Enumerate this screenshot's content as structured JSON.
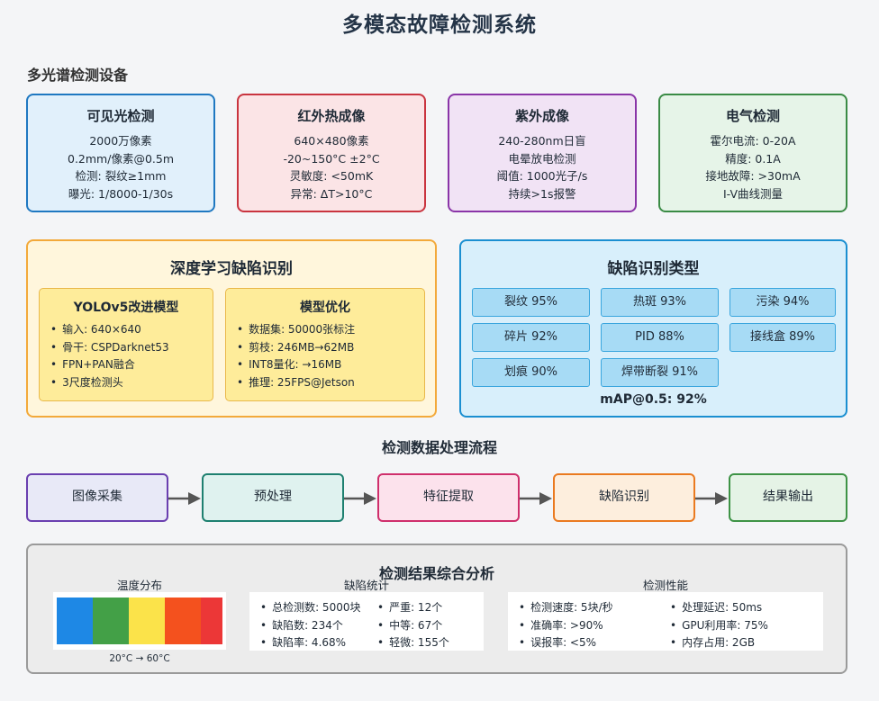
{
  "title": "多模态故障检测系统",
  "devices_section": "多光谱检测设备",
  "devices": [
    {
      "title": "可见光检测",
      "lines": [
        "2000万像素",
        "0.2mm/像素@0.5m",
        "检测: 裂纹≥1mm",
        "曝光: 1/8000-1/30s"
      ],
      "bg": "#e1f0fb",
      "border": "#1f78c1"
    },
    {
      "title": "红外热成像",
      "lines": [
        "640×480像素",
        "-20~150°C ±2°C",
        "灵敏度: <50mK",
        "异常: ΔT>10°C"
      ],
      "bg": "#fbe4e6",
      "border": "#c9343f"
    },
    {
      "title": "紫外成像",
      "lines": [
        "240-280nm日盲",
        "电晕放电检测",
        "阈值: 1000光子/s",
        "持续>1s报警"
      ],
      "bg": "#f1e3f5",
      "border": "#8a35a8"
    },
    {
      "title": "电气检测",
      "lines": [
        "霍尔电流: 0-20A",
        "精度: 0.1A",
        "接地故障: >30mA",
        "I-V曲线测量"
      ],
      "bg": "#e6f4e8",
      "border": "#3a8b45"
    }
  ],
  "dl": {
    "title": "深度学习缺陷识别",
    "model": {
      "title": "YOLOv5改进模型",
      "items": [
        "输入: 640×640",
        "骨干: CSPDarknet53",
        "FPN+PAN融合",
        "3尺度检测头"
      ]
    },
    "opt": {
      "title": "模型优化",
      "items": [
        "数据集: 50000张标注",
        "剪枝: 246MB→62MB",
        "INT8量化: →16MB",
        "推理: 25FPS@Jetson"
      ]
    }
  },
  "defects": {
    "title": "缺陷识别类型",
    "chips": [
      "裂纹 95%",
      "热斑 93%",
      "污染 94%",
      "碎片 92%",
      "PID 88%",
      "接线盒 89%",
      "划痕 90%",
      "焊带断裂 91%"
    ],
    "map": "mAP@0.5: 92%"
  },
  "flow": {
    "title": "检测数据处理流程",
    "steps": [
      {
        "label": "图像采集",
        "bg": "#e8e9f7",
        "border": "#6a3fb0"
      },
      {
        "label": "预处理",
        "bg": "#dff2ef",
        "border": "#1e8070"
      },
      {
        "label": "特征提取",
        "bg": "#fce2ec",
        "border": "#cf2f6c"
      },
      {
        "label": "缺陷识别",
        "bg": "#fdeedd",
        "border": "#ea7a20"
      },
      {
        "label": "结果输出",
        "bg": "#e5f3e6",
        "border": "#3e9346"
      }
    ]
  },
  "analysis": {
    "title": "检测结果综合分析",
    "temp": {
      "title": "温度分布",
      "range": "20°C → 60°C",
      "colors": [
        "#1e88e5",
        "#43a047",
        "#fbe34a",
        "#f4511e",
        "#ec3737"
      ]
    },
    "defect_stats": {
      "title": "缺陷统计",
      "col1": [
        "总检测数: 5000块",
        "缺陷数: 234个",
        "缺陷率: 4.68%"
      ],
      "col2": [
        "严重: 12个",
        "中等: 67个",
        "轻微: 155个"
      ]
    },
    "perf": {
      "title": "检测性能",
      "col1": [
        "检测速度: 5块/秒",
        "准确率: >90%",
        "误报率: <5%"
      ],
      "col2": [
        "处理延迟: 50ms",
        "GPU利用率: 75%",
        "内存占用: 2GB"
      ]
    }
  }
}
